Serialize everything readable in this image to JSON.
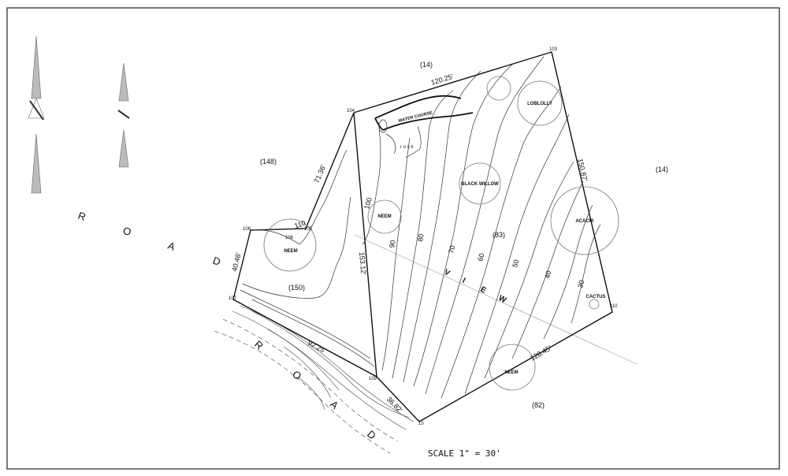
{
  "boundary_labels": {
    "l1": "120.25'",
    "l2": "150.87'",
    "l3": "128.45'",
    "l4": "36.82'",
    "l5": "92.25'",
    "l6": "40.46'",
    "l7": "71.36'",
    "l8": "153.12'"
  },
  "points": {
    "p103": "103",
    "p104": "104",
    "p105": "105",
    "p106": "106",
    "p107": "107",
    "p108": "108",
    "p109": "109",
    "p10": "10",
    "p110": "110"
  },
  "parcels": {
    "north": "(14)",
    "east": "(14)",
    "west": "(148)",
    "center": "(83)",
    "inner": "(150)",
    "south": "(82)"
  },
  "trees": {
    "loblolly": "LOBLOLLY",
    "black_willow": "BLACK WILLOW",
    "neem_1": "NEEM",
    "neem_2": "NEEM",
    "neem_3": "NEEM",
    "acacia": "ACACIA",
    "cactus": "CACTUS"
  },
  "features": {
    "water_course": "WATER COURSE",
    "rock": "r o c k"
  },
  "contours": [
    "110",
    "100",
    "90",
    "80",
    "70",
    "60",
    "50",
    "40",
    "30"
  ],
  "road_letters_1": [
    "R",
    "O",
    "A",
    "D"
  ],
  "road_letters_2": [
    "R",
    "O",
    "A",
    "D"
  ],
  "view_letters": [
    "V",
    "I",
    "E",
    "W"
  ],
  "scale": "SCALE 1\" = 30'"
}
